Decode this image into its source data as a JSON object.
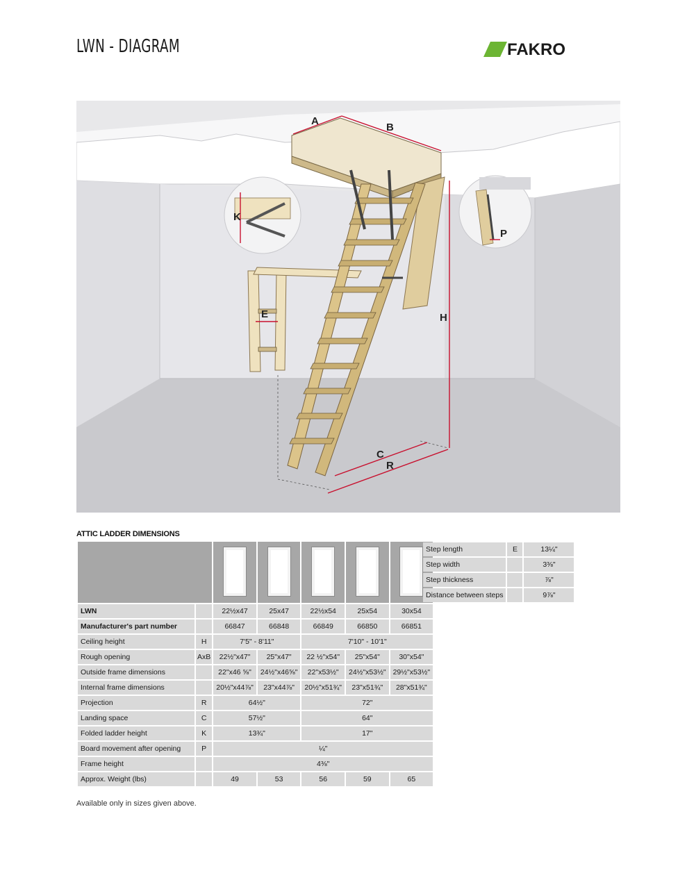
{
  "header": {
    "title": "LWN - DIAGRAM",
    "brand": "FAKRO",
    "brand_color": "#6cb533"
  },
  "diagram": {
    "labels": {
      "A": "A",
      "B": "B",
      "H": "H",
      "K": "K",
      "P": "P",
      "E": "E",
      "C": "C",
      "R": "R"
    },
    "dimension_color": "#c8102e"
  },
  "section_title": "ATTIC LADDER DIMENSIONS",
  "main_table": {
    "model_row": {
      "label": "LWN",
      "values": [
        "22½x47",
        "25x47",
        "22½x54",
        "25x54",
        "30x54"
      ]
    },
    "part_row": {
      "label": "Manufacturer's part number",
      "values": [
        "66847",
        "66848",
        "66849",
        "66850",
        "66851"
      ]
    },
    "ceiling_height": {
      "label": "Ceiling height",
      "symbol": "H",
      "values": [
        "7'5\" - 8'11\"",
        "7'10\" - 10'1\""
      ]
    },
    "rough_opening": {
      "label": "Rough opening",
      "symbol": "AxB",
      "values": [
        "22½\"x47\"",
        "25\"x47\"",
        "22 ½\"x54\"",
        "25\"x54\"",
        "30\"x54\""
      ]
    },
    "outside_frame": {
      "label": "Outside frame dimensions",
      "symbol": "",
      "values": [
        "22\"x46 ⅝\"",
        "24½\"x46⅝\"",
        "22\"x53½\"",
        "24½\"x53½\"",
        "29½\"x53½\""
      ]
    },
    "internal_frame": {
      "label": "Internal frame dimensions",
      "symbol": "",
      "values": [
        "20½\"x44⅞\"",
        "23\"x44⅞\"",
        "20½\"x51¾\"",
        "23\"x51¾\"",
        "28\"x51¾\""
      ]
    },
    "projection": {
      "label": "Projection",
      "symbol": "R",
      "values": [
        "64½\"",
        "72\""
      ]
    },
    "landing_space": {
      "label": "Landing space",
      "symbol": "C",
      "values": [
        "57½\"",
        "64\""
      ]
    },
    "folded_height": {
      "label": "Folded ladder height",
      "symbol": "K",
      "values": [
        "13¾\"",
        "17\""
      ]
    },
    "board_movement": {
      "label": "Board movement after opening",
      "symbol": "P",
      "values": [
        "¼\""
      ]
    },
    "frame_height": {
      "label": "Frame height",
      "symbol": "",
      "values": [
        "4⅜\""
      ]
    },
    "weight": {
      "label": "Approx. Weight (lbs)",
      "symbol": "",
      "values": [
        "49",
        "53",
        "56",
        "59",
        "65"
      ]
    }
  },
  "side_table": [
    {
      "label": "Step length",
      "symbol": "E",
      "value": "13¼\""
    },
    {
      "label": "Step width",
      "symbol": "",
      "value": "3⅜\""
    },
    {
      "label": "Step thickness",
      "symbol": "",
      "value": "⅞\""
    },
    {
      "label": "Distance between steps",
      "symbol": "",
      "value": "9⅞\""
    }
  ],
  "footnote": "Available only in sizes given above."
}
